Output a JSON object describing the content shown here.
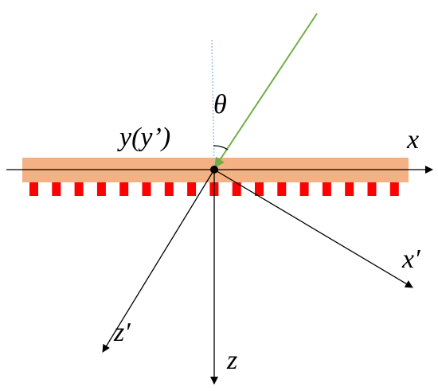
{
  "labels": {
    "theta": "θ",
    "y_axis": "y(y’)",
    "x_axis": "x",
    "x_prime_axis": "x′",
    "z_axis": "z",
    "z_prime_axis": "z′"
  },
  "colors": {
    "plate": "#f4b183",
    "teeth": "#ff0000",
    "incident_beam": "#70ad47",
    "normal_line": "#9dc3e6",
    "axes": "#000000"
  },
  "grating": {
    "tooth_count": 17
  }
}
